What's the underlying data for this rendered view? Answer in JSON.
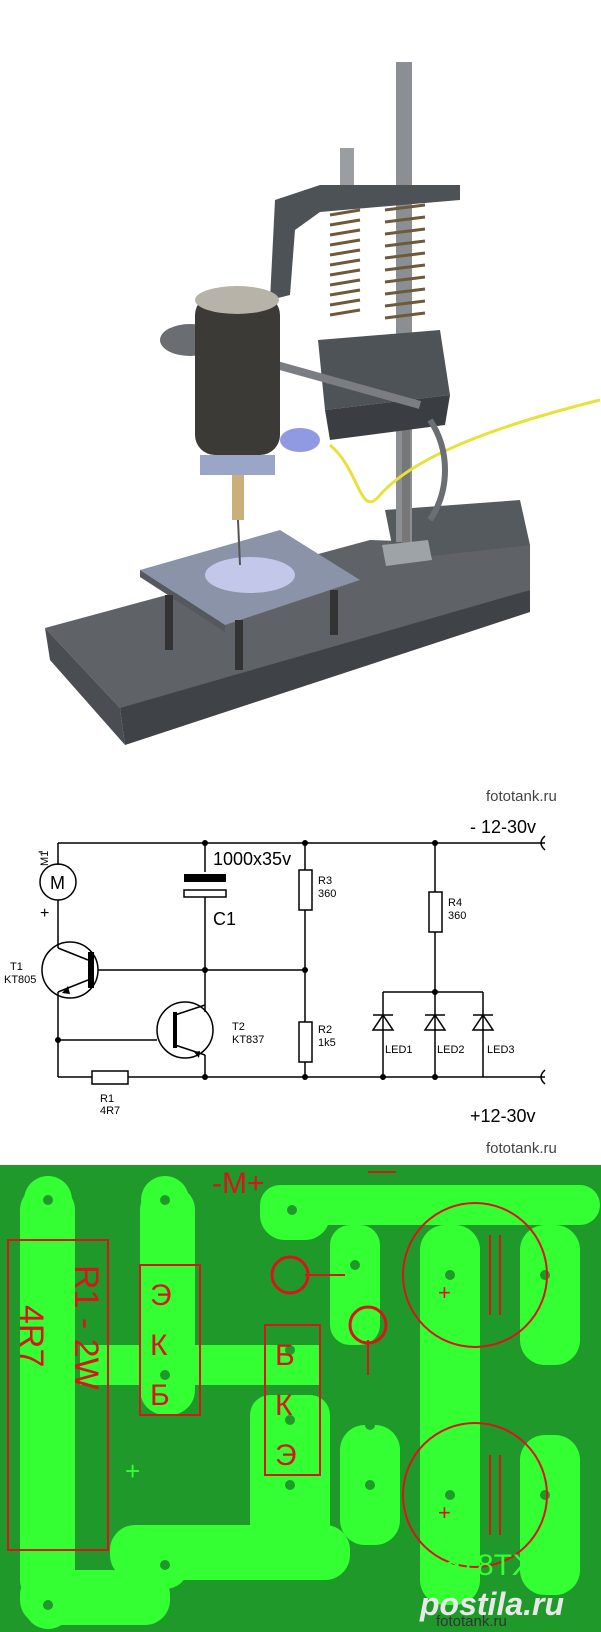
{
  "watermarks": {
    "schematic_top": "fototank.ru",
    "schematic_bottom": "fototank.ru",
    "pcb_bottom": "fototank.ru",
    "logo": "postila.ru"
  },
  "schematic": {
    "supply_neg": "- 12-30v",
    "supply_pos": "+12-30v",
    "cap_value": "1000x35v",
    "cap_name": "C1",
    "motor": "M1",
    "motor_plus": "+",
    "motor_minus": "-",
    "t1_name": "T1",
    "t1_part": "KT805",
    "t2_name": "T2",
    "t2_part": "KT837",
    "r1_name": "R1",
    "r1_value": "4R7",
    "r2_name": "R2",
    "r2_value": "1k5",
    "r3_name": "R3",
    "r3_value": "360",
    "r4_name": "R4",
    "r4_value": "360",
    "led1": "LED1",
    "led2": "LED2",
    "led3": "LED3"
  },
  "pcb": {
    "motor_label": "-M+",
    "minus_top": "—",
    "resistor_label": "R1 - 2W",
    "resistor_value": "4R7",
    "left_pins": [
      "Э",
      "К",
      "Б"
    ],
    "right_pins": [
      "Б",
      "К",
      "Э"
    ],
    "cap_plus_top": "+",
    "cap_plus_bottom": "+",
    "plus_bottom": "+",
    "minus_bottom": "-",
    "transistor_mark": "KT816"
  },
  "colors": {
    "board": "#1f9a2a",
    "copper": "#33ff33",
    "silkscreen": "#d9141b"
  }
}
